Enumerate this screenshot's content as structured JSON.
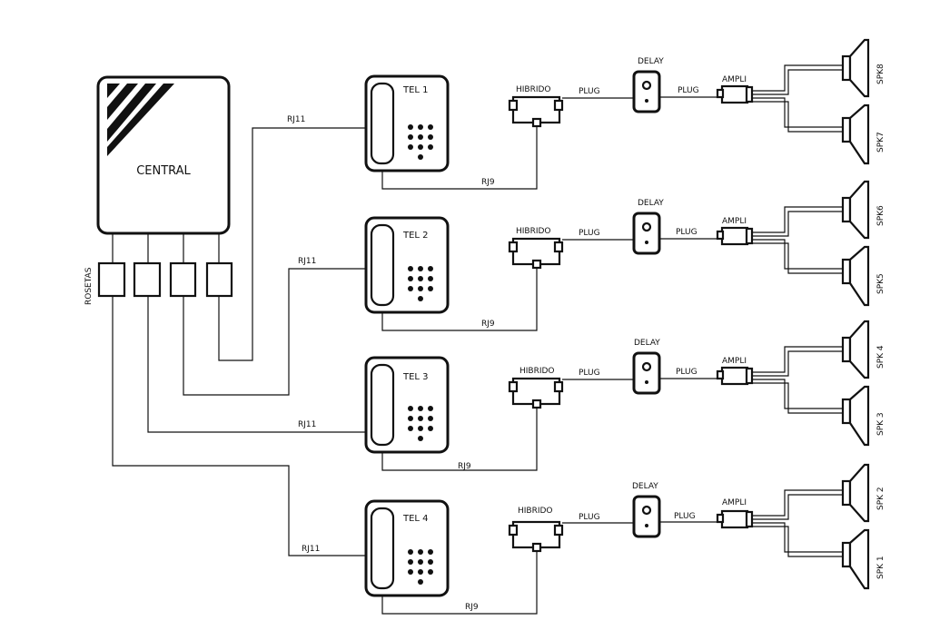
{
  "central": {
    "label": "CENTRAL"
  },
  "rosetas": {
    "label": "ROSETAS"
  },
  "labels": {
    "rj11": "RJ11",
    "rj9": "RJ9",
    "plug": "PLUG",
    "hibrido": "HIBRIDO",
    "delay": "DELAY",
    "ampli": "AMPLI"
  },
  "rows": [
    {
      "tel": "TEL 1",
      "spk_top": "SPK8",
      "spk_bottom": "SPK7"
    },
    {
      "tel": "TEL 2",
      "spk_top": "SPK6",
      "spk_bottom": "SPK5"
    },
    {
      "tel": "TEL 3",
      "spk_top": "SPK 4",
      "spk_bottom": "SPK 3"
    },
    {
      "tel": "TEL 4",
      "spk_top": "SPK 2",
      "spk_bottom": "SPK 1"
    }
  ]
}
